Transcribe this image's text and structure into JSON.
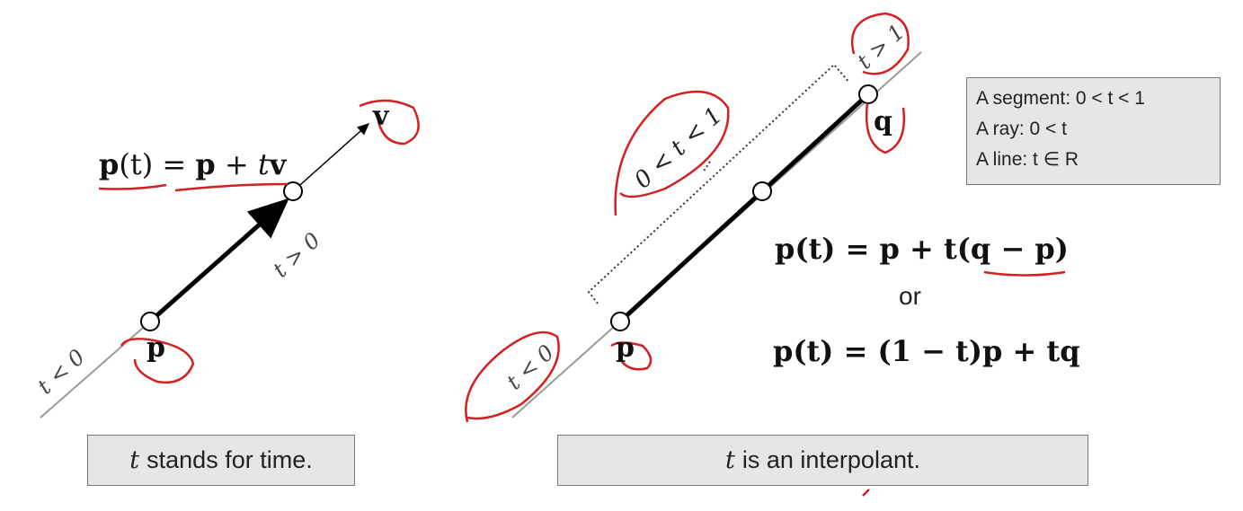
{
  "left": {
    "formula": {
      "lhs": "p",
      "arg": "(t)",
      "eq": " = ",
      "p": "p",
      "plus": " + ",
      "t": "t",
      "v": "v"
    },
    "label_v": "v",
    "label_p": "p",
    "label_t_pos": "t > 0",
    "label_t_neg": "t < 0",
    "caption": {
      "var": "t",
      "text": "stands for time."
    }
  },
  "right": {
    "label_q": "q",
    "label_p": "p",
    "label_t_between": "0 < t < 1",
    "label_t_gt1": "t > 1",
    "label_t_neg": "t < 0",
    "formula1": "p(t) = p + t(q − p)",
    "or": "or",
    "formula2": "p(t) = (1 − t)p + tq",
    "info": [
      "A segment: 0 < t < 1",
      "A ray:  0 < t",
      "A line: t ∈ R"
    ],
    "caption": {
      "var": "t",
      "text": "is an interpolant."
    }
  },
  "colors": {
    "annotation": "#d42020",
    "box": "#e6e6e6"
  }
}
